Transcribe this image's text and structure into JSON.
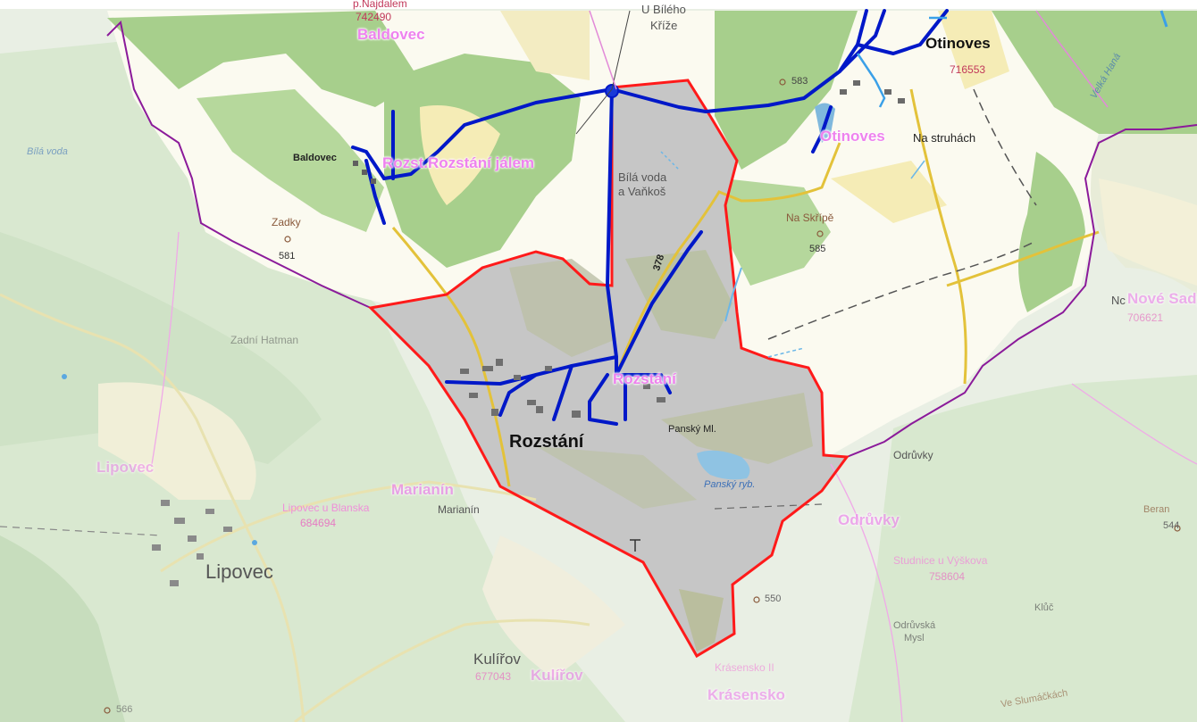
{
  "map": {
    "places": {
      "baldovec_pink": "Baldovec",
      "baldovec_code": "742490",
      "baldovec_pink_top": "p.Najdalem",
      "baldovec_black": "Baldovec",
      "rozstani_jalem_pink": "Rozst.Rozstání jálem",
      "bily_kriz": "U Bílého",
      "bily_kriz2": "Kříže",
      "otinoves_black": "Otinoves",
      "otinoves_code": "716553",
      "otinoves_pink": "Otinoves",
      "na_struhach": "Na struhách",
      "bila_voda_label": "Bílá voda",
      "bila_voda_label2": "a Vaňkoš",
      "bila_voda_stream": "Bílá voda",
      "zadky": "Zadky",
      "zadky_elev": "581",
      "na_skripe": "Na Skřípě",
      "na_skripe_elev": "585",
      "elev_583": "583",
      "zadni_hatman": "Zadní Hatman",
      "rozstani_black": "Rozstání",
      "rozstani_pink": "Rozstání",
      "pansky_mlyn": "Panský Ml.",
      "pansky_rybnik": "Panský ryb.",
      "road_number": "378",
      "lipovec_pink": "Lipovec",
      "lipovec_u_blanska": "Lipovec u Blanska",
      "lipovec_code": "684694",
      "lipovec_black": "Lipovec",
      "marianin_pink": "Marianín",
      "marianin_black": "Marianín",
      "odruvky_black": "Odrůvky",
      "odruvky_pink": "Odrůvky",
      "studnice": "Studnice u Výškova",
      "studnice_code": "758604",
      "odruvska_mysl": "Odrůvská",
      "odruvska_mysl2": "Mysl",
      "kluc": "Klůč",
      "kulirov_black": "Kulířov",
      "kulirov_code": "677043",
      "kulirov_pink": "Kulířov",
      "krasensko_ii": "Krásensko II",
      "krasensko_pink": "Krásensko",
      "nove_sady_pink": "Nové Sady",
      "nove_sady_prefix": "Nc",
      "nove_sady_code": "706621",
      "beran": "Beran",
      "beran_elev": "544",
      "elev_550": "550",
      "elev_566": "566",
      "velka_hana": "Velká Haná",
      "ve_slumackach": "Ve Slumáčkách"
    },
    "colors": {
      "cadastral_boundary": "#ff0000",
      "municipal_boundary": "#8b1a9a",
      "water_network": "#0018c8",
      "forest": "#a7cf8c",
      "meadow": "#f5ecb6",
      "selected_area": "#c6c6c6",
      "road": "#e3c23a"
    }
  }
}
